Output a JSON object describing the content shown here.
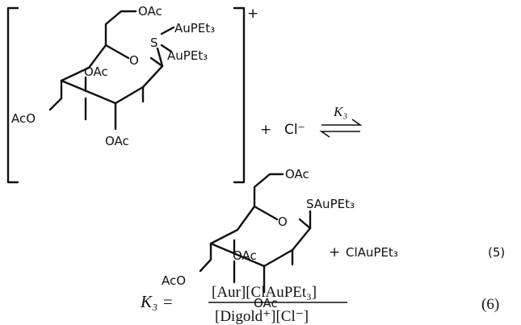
{
  "reaction": {
    "reactant": {
      "charge": "+",
      "ring_oxygen": "O",
      "sulfur": "S",
      "ligand_1": "AuPEt₃",
      "ligand_2": "AuPEt₃",
      "c6_group": "OAc",
      "c4_group": "AcO",
      "c3_group": "OAc",
      "c2_group": "OAc"
    },
    "plus_1": "+",
    "chloride": "Cl⁻",
    "equilibrium_constant": "K₃",
    "product": {
      "ring_oxygen": "O",
      "thio_ligand": "SAuPEt₃",
      "c6_group": "OAc",
      "c4_group": "AcO",
      "c3_group": "OAc",
      "c2_group": "OAc"
    },
    "plus_2": "+",
    "coproduct": "ClAuPEt₃",
    "reaction_number": "(5)"
  },
  "equation": {
    "lhs": "K₃ =",
    "numerator": "[Aur][ClAuPEt₃]",
    "denominator": "[Digold⁺][Cl⁻]",
    "number": "(6)"
  }
}
